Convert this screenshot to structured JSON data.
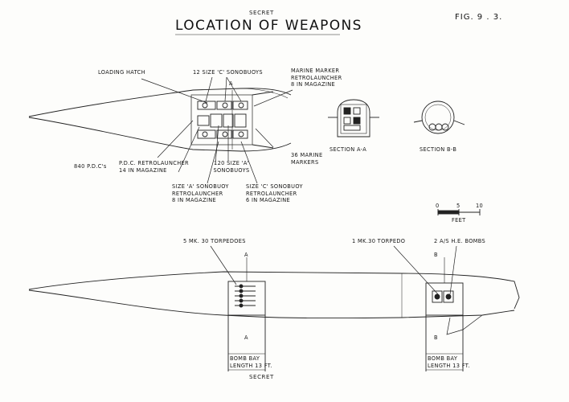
{
  "header": {
    "classification_top": "SECRET",
    "title": "LOCATION OF WEAPONS",
    "figure": "FIG. 9 . 3."
  },
  "top_view": {
    "loading_hatch": "LOADING HATCH",
    "sonobuoys_c": "12 SIZE 'C' SONOBUOYS",
    "section_a": "A",
    "marine_marker_retro": [
      "MARINE MARKER",
      "RETROLAUNCHER",
      "8 IN MAGAZINE"
    ],
    "pdcs": "840 P.D.C's",
    "pdc_retro": [
      "P.D.C. RETROLAUNCHER",
      "14 IN MAGAZINE"
    ],
    "sonobuoys_a": [
      "120 SIZE 'A'",
      "SONOBUOYS"
    ],
    "marine_markers": [
      "36 MARINE",
      "MARKERS"
    ],
    "sonobuoy_a_retro": [
      "SIZE 'A' SONOBUOY",
      "RETROLAUNCHER",
      "8 IN MAGAZINE"
    ],
    "sonobuoy_c_retro": [
      "SIZE 'C' SONOBUOY",
      "RETROLAUNCHER",
      "6 IN MAGAZINE"
    ]
  },
  "sections": {
    "section_aa": "SECTION A-A",
    "section_bb": "SECTION B-B"
  },
  "scale": {
    "ticks": [
      "0",
      "5",
      "10"
    ],
    "unit": "FEET"
  },
  "side_view": {
    "torpedoes_5": "5 MK. 30 TORPEDOES",
    "torpedo_1": "1 MK.30 TORPEDO",
    "bombs": "2 A/S H.E. BOMBS",
    "section_a_top": "A",
    "section_a_bottom": "A",
    "section_b_top": "B",
    "section_b_bottom": "B",
    "bay_left": [
      "BOMB BAY",
      "LENGTH 13 FT."
    ],
    "bay_right": [
      "BOMB BAY",
      "LENGTH 13 FT."
    ]
  },
  "footer": {
    "classification_bottom": "SECRET"
  }
}
